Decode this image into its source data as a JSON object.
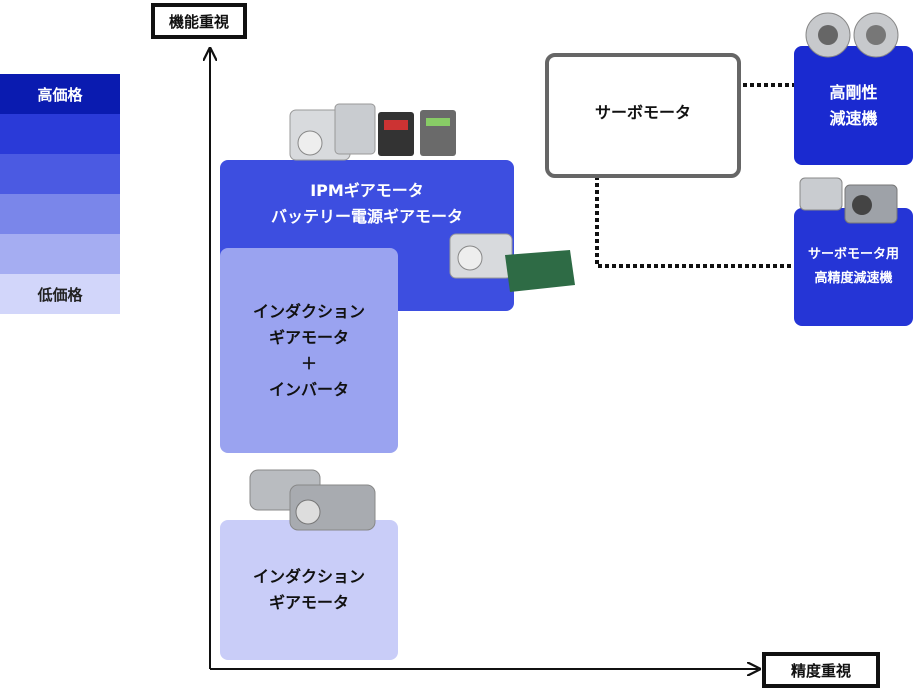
{
  "axes": {
    "y_label": "機能重視",
    "x_label": "精度重視"
  },
  "legend": {
    "high": "高価格",
    "low": "低価格",
    "colors": [
      "#0a1bb0",
      "#2a3ad8",
      "#4b5ae2",
      "#7a86ea",
      "#a5adf2",
      "#d2d6fa"
    ]
  },
  "boxes": {
    "ipm": {
      "line1": "IPMギアモータ",
      "line2": "バッテリー電源ギアモータ",
      "color": "#3d4ee0"
    },
    "inverter": {
      "line1": "インダクション",
      "line2": "ギアモータ",
      "line3": "＋",
      "line4": "インバータ",
      "color": "#9aa3f0"
    },
    "induction": {
      "line1": "インダクション",
      "line2": "ギアモータ",
      "color": "#c9cdf8"
    },
    "servo": {
      "label": "サーボモータ"
    },
    "high_rigidity": {
      "line1": "高剛性",
      "line2": "減速機",
      "color": "#1a2ad0"
    },
    "servo_reducer": {
      "line1": "サーボモータ用",
      "line2": "高精度減速機",
      "color": "#2535d6"
    }
  }
}
